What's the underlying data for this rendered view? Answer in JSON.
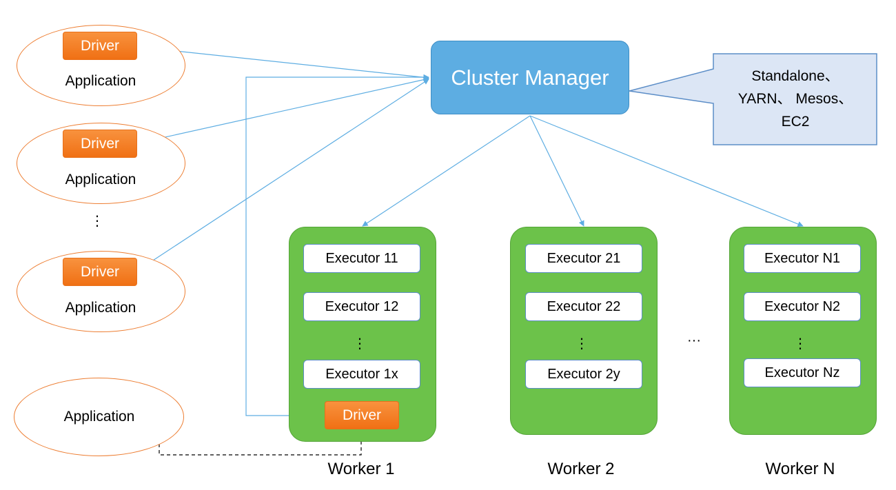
{
  "applications": [
    {
      "label": "Application",
      "driver": "Driver"
    },
    {
      "label": "Application",
      "driver": "Driver"
    },
    {
      "label": "Application",
      "driver": "Driver"
    },
    {
      "label": "Application"
    }
  ],
  "ellipsis_vertical": "⋮",
  "ellipsis_horizontal": "···",
  "cluster_manager": {
    "label": "Cluster Manager"
  },
  "callout": {
    "lines": [
      "Standalone、",
      "YARN、 Mesos、",
      "EC2"
    ]
  },
  "workers": [
    {
      "label": "Worker 1",
      "executors": [
        "Executor 11",
        "Executor 12",
        "Executor 1x"
      ],
      "driver": "Driver"
    },
    {
      "label": "Worker 2",
      "executors": [
        "Executor 21",
        "Executor 22",
        "Executor 2y"
      ]
    },
    {
      "label": "Worker N",
      "executors": [
        "Executor N1",
        "Executor N2",
        "Executor Nz"
      ]
    }
  ],
  "colors": {
    "driver": "#F07014",
    "application_border": "#ED7D31",
    "cluster_manager": "#5DADE2",
    "worker": "#6CC24A",
    "executor_border": "#5B8DC7",
    "arrow": "#5DADE2",
    "callout_fill": "#DCE6F5",
    "callout_border": "#5B8DC7"
  }
}
